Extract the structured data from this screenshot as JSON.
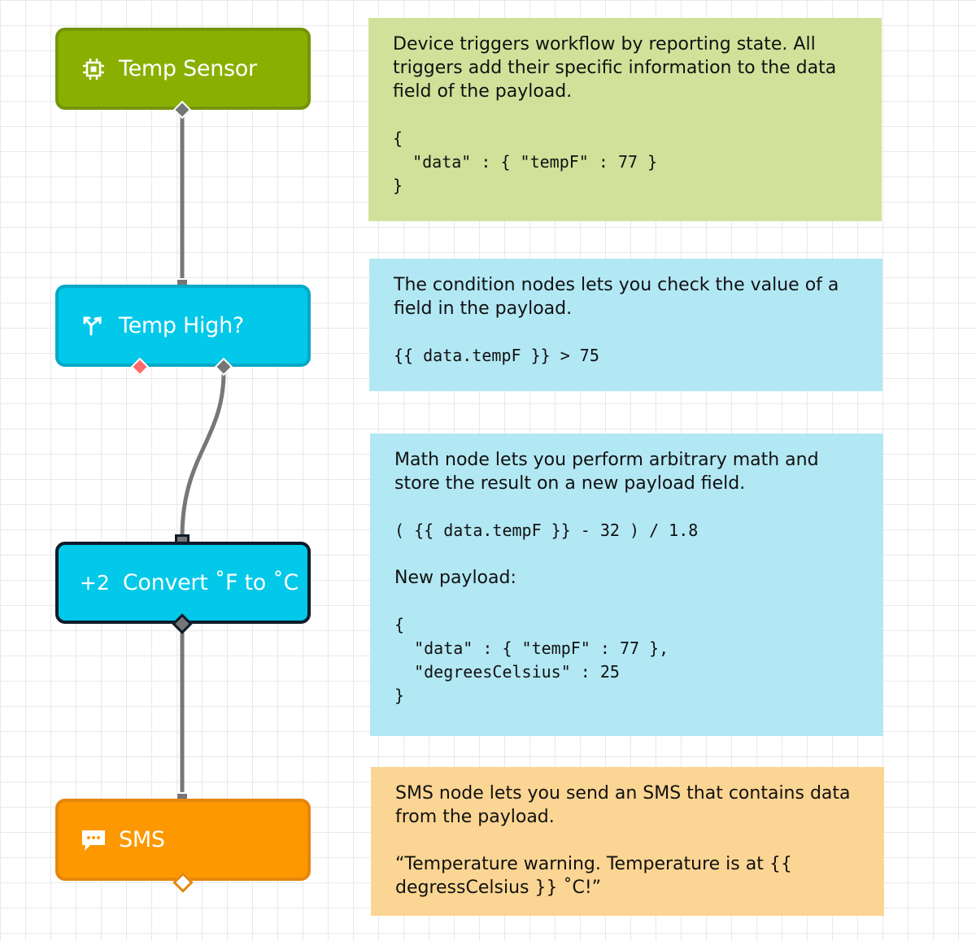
{
  "nodes": [
    {
      "label": "Temp Sensor",
      "icon": "chip-icon",
      "color": "#89b000"
    },
    {
      "label": "Temp High?",
      "icon": "branch-icon",
      "color": "#02c8e9"
    },
    {
      "label": "Convert ˚F to ˚C",
      "icon_text": "+2",
      "color": "#02c8e9"
    },
    {
      "label": "SMS",
      "icon": "chat-icon",
      "color": "#fd9800"
    }
  ],
  "notes": {
    "trigger": {
      "text": "Device triggers workflow by reporting state. All triggers add their specific information to the data field of the payload.",
      "code": "{\n  \"data\" : { \"tempF\" : 77 }\n}",
      "color": "#d2e19a"
    },
    "condition": {
      "text": "The condition nodes lets you check the value of a field in the payload.",
      "code": "{{ data.tempF }} > 75",
      "color": "#b2e8f4"
    },
    "math": {
      "text": "Math node lets you perform arbitrary math and store the result on a new payload field.",
      "code": "( {{ data.tempF }} - 32 ) / 1.8",
      "subtitle": "New payload:",
      "code2": "{\n  \"data\" : { \"tempF\" : 77 },\n  \"degreesCelsius\" : 25\n}",
      "color": "#b2e8f4"
    },
    "sms": {
      "text": "SMS node lets you send an SMS that contains data from the payload.",
      "message": "“Temperature warning. Temperature is at {{ degressCelsius }} ˚C!”",
      "color": "#fbd593"
    }
  }
}
